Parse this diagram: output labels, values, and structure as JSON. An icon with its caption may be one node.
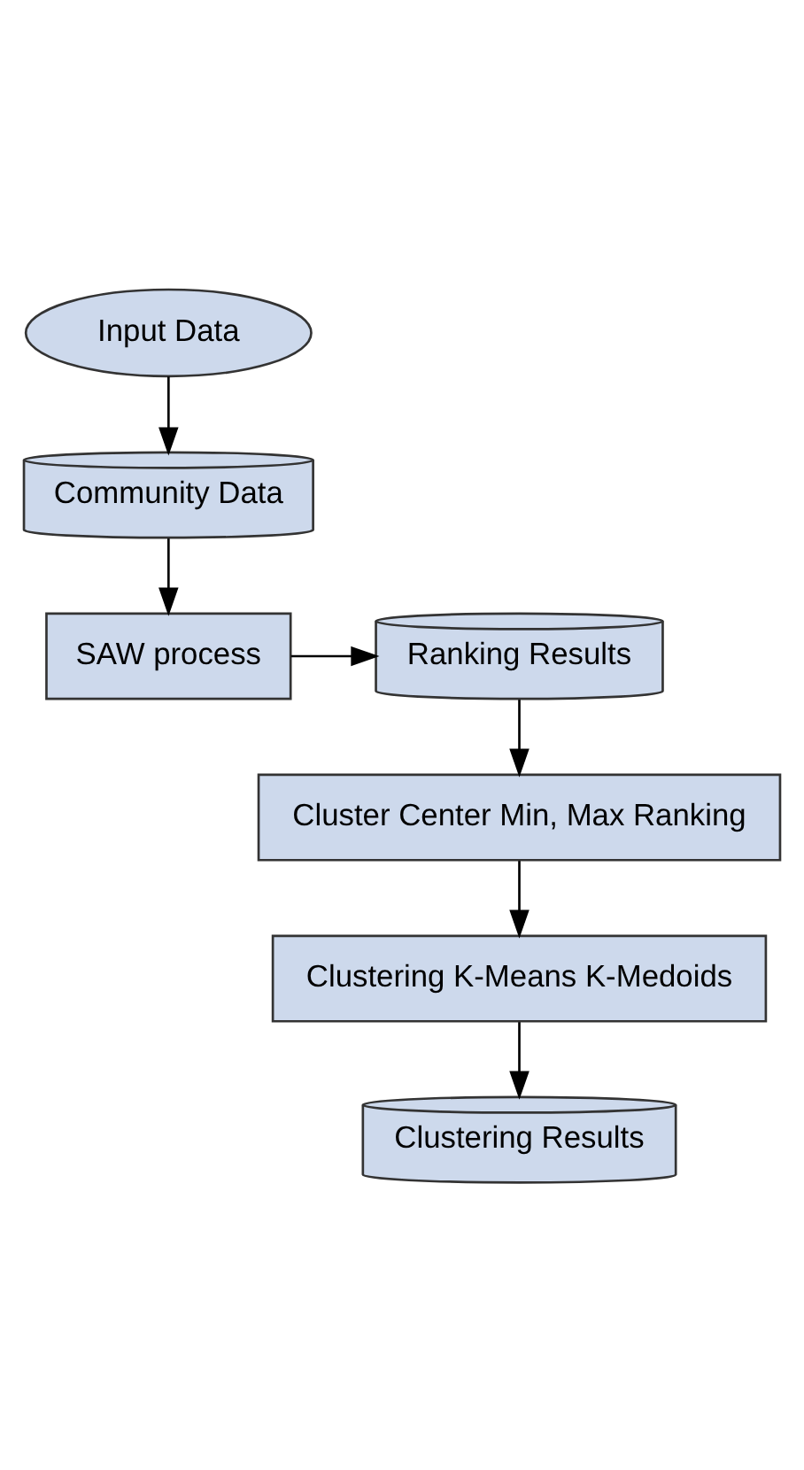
{
  "diagram": {
    "nodes": [
      {
        "text": [
          "Input Data"
        ]
      },
      {
        "text": [
          "Community Data"
        ]
      },
      {
        "text": [
          "SAW process"
        ]
      },
      {
        "text": [
          "Ranking Results"
        ]
      },
      {
        "text": [
          "Cluster Center Min, Max Ranking"
        ]
      },
      {
        "text": [
          "Clustering K-Means K-Medoids"
        ]
      },
      {
        "text": [
          "Clustering Results"
        ]
      }
    ],
    "edges": [
      {
        "from": 0,
        "to": 1,
        "arrow": "to"
      },
      {
        "from": 1,
        "to": 2,
        "arrow": "to"
      },
      {
        "from": 2,
        "to": 3,
        "arrow": "to"
      },
      {
        "from": 3,
        "to": 4,
        "arrow": "to"
      },
      {
        "from": 4,
        "to": 5,
        "arrow": "to"
      },
      {
        "from": 5,
        "to": 6,
        "arrow": "to"
      }
    ]
  }
}
